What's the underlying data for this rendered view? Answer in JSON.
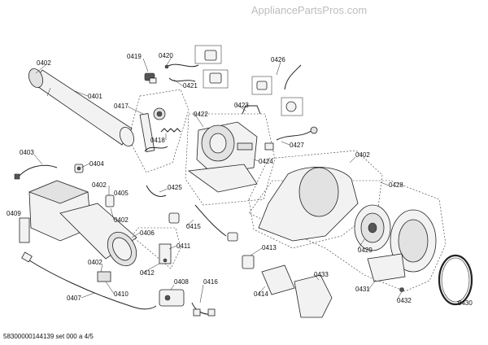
{
  "watermark": "AppliancePartsPros.com",
  "footer_text": "58300000144139 set 000 a 4/5",
  "callouts": [
    {
      "id": "c-0402-a",
      "text": "0402"
    },
    {
      "id": "c-0401",
      "text": "0401"
    },
    {
      "id": "c-0419",
      "text": "0419"
    },
    {
      "id": "c-0420",
      "text": "0420"
    },
    {
      "id": "c-0421",
      "text": "0421"
    },
    {
      "id": "c-0426",
      "text": "0426"
    },
    {
      "id": "c-0417",
      "text": "0417"
    },
    {
      "id": "c-0422",
      "text": "0422"
    },
    {
      "id": "c-0423",
      "text": "0423"
    },
    {
      "id": "c-0418",
      "text": "0418"
    },
    {
      "id": "c-0427",
      "text": "0427"
    },
    {
      "id": "c-0403",
      "text": "0403"
    },
    {
      "id": "c-0404",
      "text": "0404"
    },
    {
      "id": "c-0402-b",
      "text": "0402"
    },
    {
      "id": "c-0424",
      "text": "0424"
    },
    {
      "id": "c-0402-c",
      "text": "0402"
    },
    {
      "id": "c-0405",
      "text": "0405"
    },
    {
      "id": "c-0425",
      "text": "0425"
    },
    {
      "id": "c-0428",
      "text": "0428"
    },
    {
      "id": "c-0409",
      "text": "0409"
    },
    {
      "id": "c-0402-d",
      "text": "0402"
    },
    {
      "id": "c-0415",
      "text": "0415"
    },
    {
      "id": "c-0406",
      "text": "0406"
    },
    {
      "id": "c-0411",
      "text": "0411"
    },
    {
      "id": "c-0413",
      "text": "0413"
    },
    {
      "id": "c-0429",
      "text": "0429"
    },
    {
      "id": "c-0402-e",
      "text": "0402"
    },
    {
      "id": "c-0412",
      "text": "0412"
    },
    {
      "id": "c-0433",
      "text": "0433"
    },
    {
      "id": "c-0408",
      "text": "0408"
    },
    {
      "id": "c-0416",
      "text": "0416"
    },
    {
      "id": "c-0410",
      "text": "0410"
    },
    {
      "id": "c-0414",
      "text": "0414"
    },
    {
      "id": "c-0431",
      "text": "0431"
    },
    {
      "id": "c-0407",
      "text": "0407"
    },
    {
      "id": "c-0432",
      "text": "0432"
    },
    {
      "id": "c-0430",
      "text": "0430"
    }
  ]
}
